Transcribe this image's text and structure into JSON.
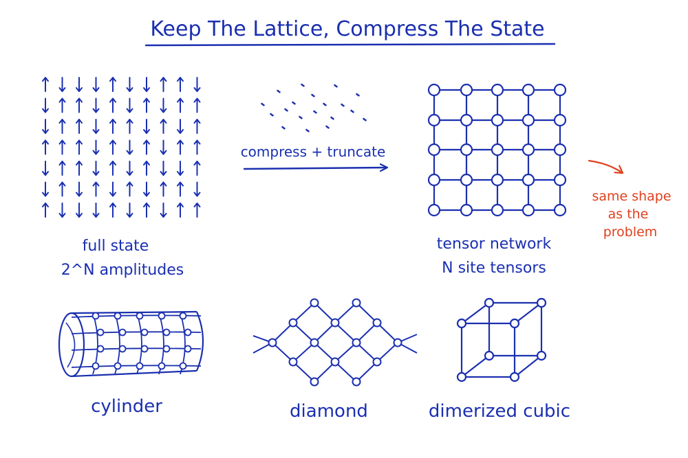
{
  "title": "Keep The Lattice, Compress The State",
  "arrow_label": "compress + truncate",
  "full_state": {
    "line1": "full state",
    "line2": "2^N amplitudes"
  },
  "tensor_network": {
    "line1": "tensor network",
    "line2": "N site tensors"
  },
  "note": {
    "line1": "same shape",
    "line2": "as the",
    "line3": "problem"
  },
  "examples": {
    "cylinder": "cylinder",
    "diamond": "diamond",
    "cubic": "dimerized cubic"
  },
  "colors": {
    "ink": "#1a2fb0",
    "accent": "#e0401e",
    "background": "#ffffff"
  },
  "spin_grid": [
    [
      "up",
      "down",
      "down",
      "down",
      "up",
      "down",
      "down",
      "up",
      "up",
      "down"
    ],
    [
      "down",
      "up",
      "up",
      "down",
      "up",
      "down",
      "up",
      "down",
      "up",
      "up"
    ],
    [
      "down",
      "up",
      "up",
      "down",
      "up",
      "up",
      "down",
      "up",
      "down",
      "up"
    ],
    [
      "up",
      "up",
      "up",
      "down",
      "up",
      "down",
      "up",
      "down",
      "up",
      "up"
    ],
    [
      "down",
      "up",
      "up",
      "down",
      "up",
      "down",
      "up",
      "down",
      "down",
      "up"
    ],
    [
      "down",
      "up",
      "down",
      "up",
      "down",
      "up",
      "down",
      "up",
      "up",
      "down"
    ],
    [
      "up",
      "down",
      "down",
      "down",
      "up",
      "down",
      "up",
      "down",
      "up",
      "up"
    ]
  ]
}
